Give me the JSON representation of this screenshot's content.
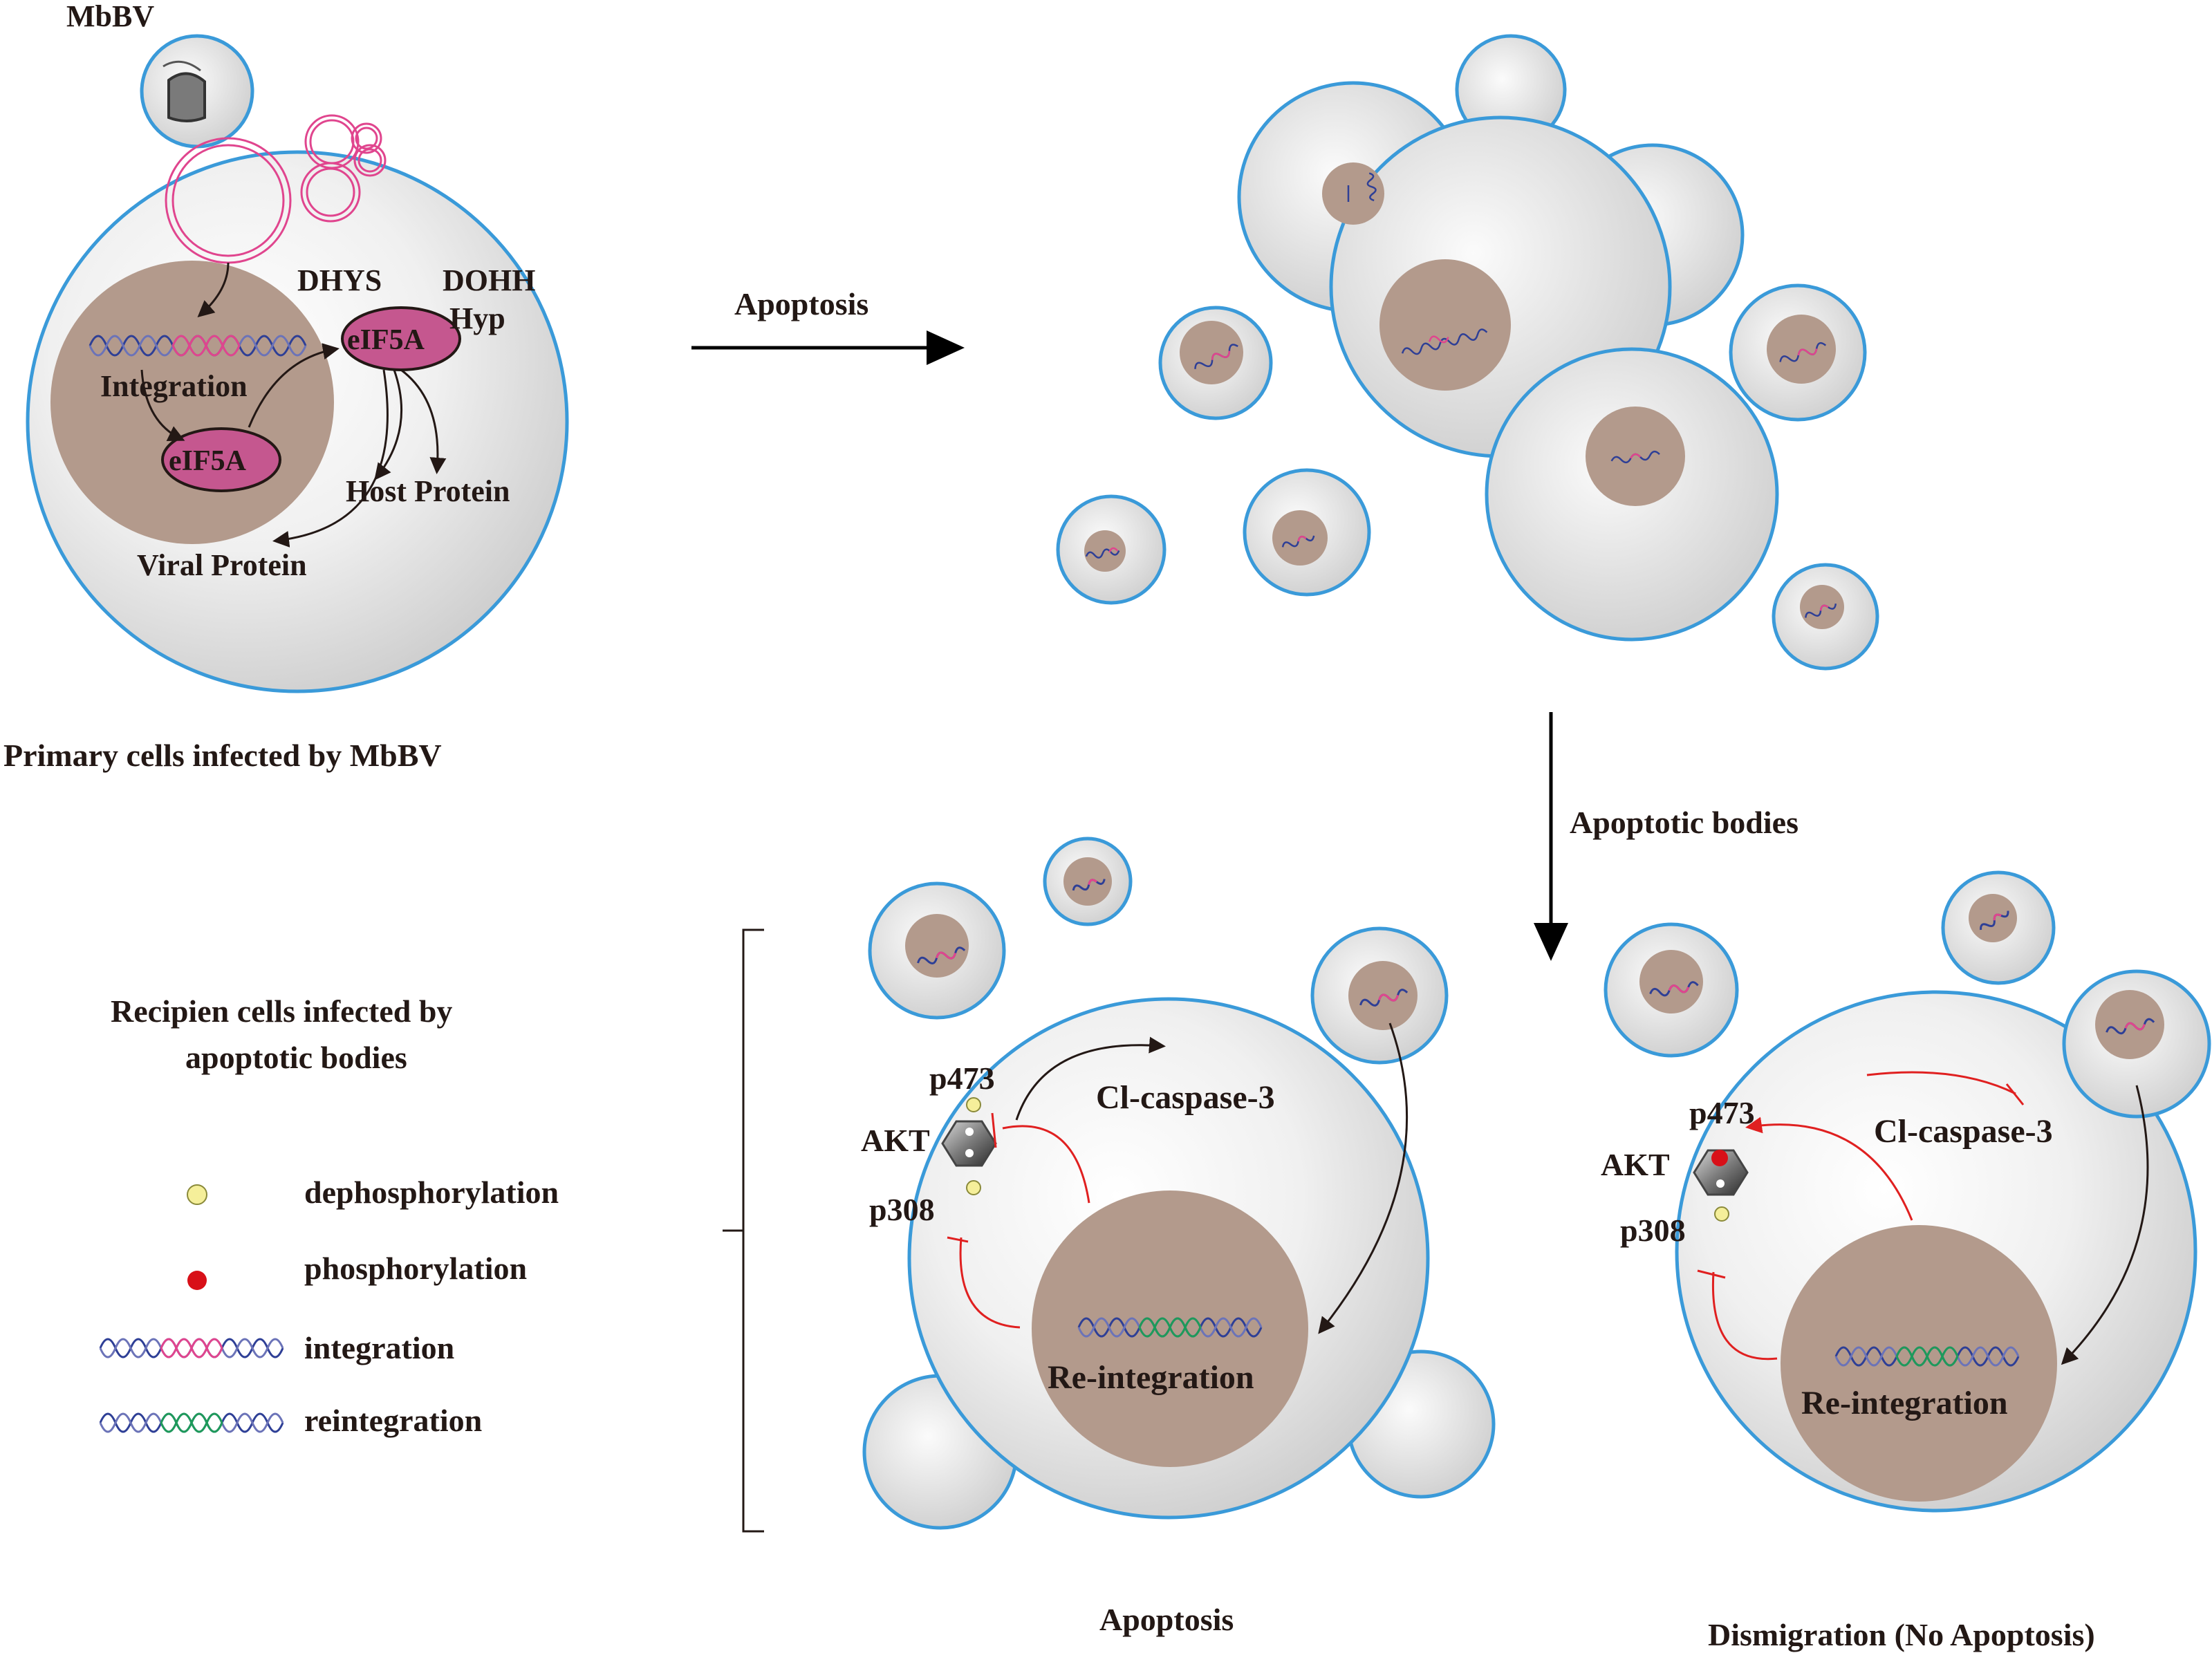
{
  "colors": {
    "cytoplasm": "#e6e6e6",
    "membrane": "#3a9ad9",
    "nucleus": "#b39a8c",
    "eif5a": "#c5578f",
    "dna_blue": "#2e3f96",
    "dna_pink": "#e0458e",
    "dna_green": "#1e9a5a",
    "inhibit": "#e02020",
    "dephospho": "#f5ef9a",
    "phospho": "#d81018",
    "text": "#231815"
  },
  "labels": {
    "mbbv": "MbBV",
    "dhys": "DHYS",
    "dohh": "DOHH",
    "hyp": "Hyp",
    "eif5a": "eIF5A",
    "integration": "Integration",
    "host_protein": "Host Protein",
    "viral_protein": "Viral Protein",
    "primary_caption": "Primary cells infected by MbBV",
    "apoptosis_arrow": "Apoptosis",
    "apoptotic_bodies": "Apoptotic bodies",
    "recipient_line1": "Recipien cells infected by",
    "recipient_line2": "apoptotic bodies",
    "p473": "p473",
    "akt": "AKT",
    "p308": "p308",
    "cl_caspase": "Cl-caspase-3",
    "reintegration": "Re-integration",
    "caption_apoptosis": "Apoptosis",
    "caption_dismigration": "Dismigration (No Apoptosis)"
  },
  "legend": [
    {
      "icon": "yellow-dot-icon",
      "label": "dephosphorylation"
    },
    {
      "icon": "red-dot-icon",
      "label": "phosphorylation"
    },
    {
      "icon": "dna-integration-icon",
      "label": "integration"
    },
    {
      "icon": "dna-reintegration-icon",
      "label": "reintegration"
    }
  ]
}
